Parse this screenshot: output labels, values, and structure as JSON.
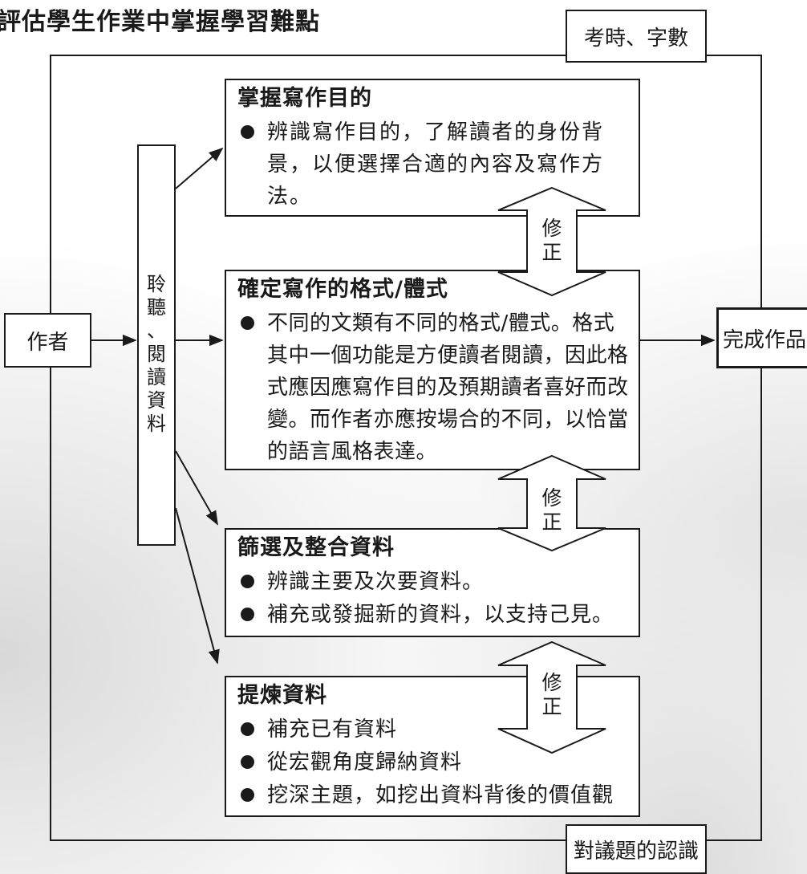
{
  "title": "評估學生作業中掌握學習難點",
  "top_label": "考時、字數",
  "bottom_label": "對議題的認識",
  "author": "作者",
  "result": "完成作品",
  "side_label": [
    "聆",
    "聽",
    "、",
    "閱",
    "讀",
    "資",
    "料"
  ],
  "revision_label": [
    "修",
    "正"
  ],
  "cards": [
    {
      "title": "掌握寫作目的",
      "bullets": [
        "辨識寫作目的，了解讀者的身份背景，以便選擇合適的內容及寫作方法。"
      ]
    },
    {
      "title": "確定寫作的格式/體式",
      "bullets": [
        "不同的文類有不同的格式/體式。格式其中一個功能是方便讀者閱讀，因此格式應因應寫作目的及預期讀者喜好而改變。而作者亦應按場合的不同，以恰當的語言風格表達。"
      ]
    },
    {
      "title": "篩選及整合資料",
      "bullets": [
        "辨識主要及次要資料。",
        "補充或發掘新的資料，以支持己見。"
      ]
    },
    {
      "title": "提煉資料",
      "bullets": [
        "補充已有資料",
        "從宏觀角度歸納資料",
        "挖深主題，如挖出資料背後的價值觀"
      ]
    }
  ]
}
